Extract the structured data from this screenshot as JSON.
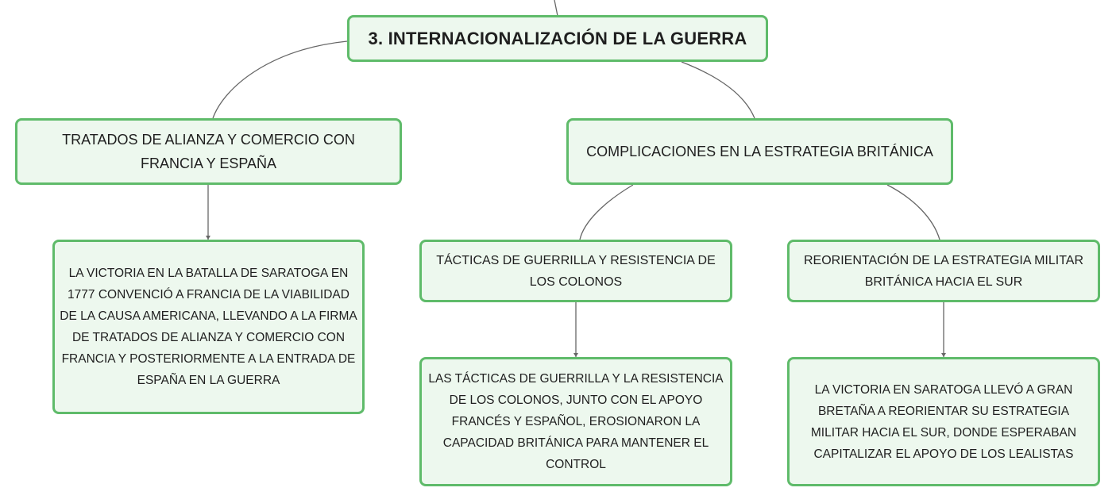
{
  "root": {
    "title": "3. INTERNACIONALIZACIÓN DE LA GUERRA"
  },
  "branches": [
    {
      "label": "TRATADOS DE ALIANZA Y COMERCIO CON FRANCIA Y ESPAÑA",
      "children": [
        {
          "label": "LA VICTORIA EN LA BATALLA DE SARATOGA EN 1777 CONVENCIÓ A FRANCIA DE LA VIABILIDAD DE LA CAUSA AMERICANA, LLEVANDO A LA FIRMA DE TRATADOS DE ALIANZA Y COMERCIO CON FRANCIA Y POSTERIORMENTE A LA ENTRADA DE ESPAÑA EN LA GUERRA"
        }
      ]
    },
    {
      "label": "COMPLICACIONES EN LA ESTRATEGIA BRITÁNICA",
      "children": [
        {
          "label": "TÁCTICAS DE GUERRILLA Y RESISTENCIA DE LOS COLONOS",
          "children": [
            {
              "label": "LAS TÁCTICAS DE GUERRILLA Y LA RESISTENCIA DE LOS COLONOS, JUNTO CON EL APOYO FRANCÉS Y ESPAÑOL, EROSIONARON LA CAPACIDAD BRITÁNICA PARA MANTENER EL CONTROL"
            }
          ]
        },
        {
          "label": "REORIENTACIÓN DE LA ESTRATEGIA MILITAR BRITÁNICA HACIA EL SUR",
          "children": [
            {
              "label": "LA VICTORIA EN SARATOGA LLEVÓ A GRAN BRETAÑA A REORIENTAR SU ESTRATEGIA MILITAR HACIA EL SUR, DONDE ESPERABAN CAPITALIZAR EL APOYO DE LOS LEALISTAS"
            }
          ]
        }
      ]
    }
  ],
  "colors": {
    "node_fill": "#edf8ee",
    "node_border": "#5fbb6a",
    "connector": "#666666",
    "text": "#1f1f1f"
  }
}
